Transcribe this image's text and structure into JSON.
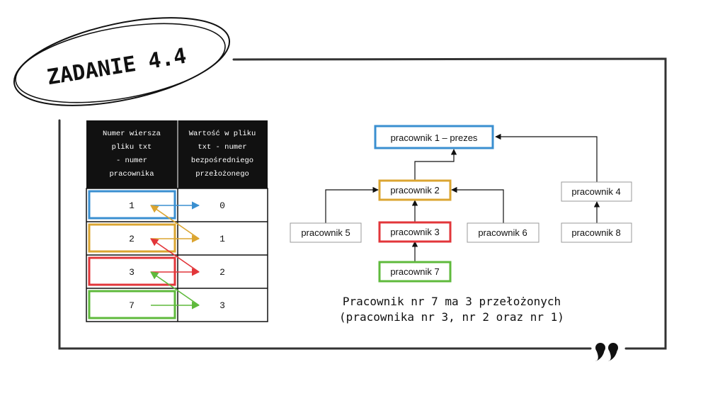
{
  "title": "ZADANIE 4.4",
  "table": {
    "header_left": [
      "Numer wiersza",
      "pliku txt",
      "- numer",
      "pracownika"
    ],
    "header_right": [
      "Wartość w pliku",
      "txt - numer",
      "bezpośredniego",
      "przełożonego"
    ],
    "rows": [
      {
        "left": "1",
        "right": "0",
        "color": "#3a8fd0"
      },
      {
        "left": "2",
        "right": "1",
        "color": "#dba531"
      },
      {
        "left": "3",
        "right": "2",
        "color": "#e2363a"
      },
      {
        "left": "7",
        "right": "3",
        "color": "#5fba3c"
      }
    ]
  },
  "tree": {
    "nodes": {
      "p1": "pracownik 1 – prezes",
      "p2": "pracownik 2",
      "p3": "pracownik 3",
      "p4": "pracownik 4",
      "p5": "pracownik 5",
      "p6": "pracownik 6",
      "p7": "pracownik 7",
      "p8": "pracownik 8"
    }
  },
  "caption": {
    "line1": "Pracownik nr 7 ma 3 przełożonych",
    "line2": "(pracownika nr 3, nr 2 oraz nr 1)"
  },
  "colors": {
    "blue": "#3a8fd0",
    "yellow": "#dba531",
    "red": "#e2363a",
    "green": "#5fba3c",
    "header_bg": "#111111"
  }
}
